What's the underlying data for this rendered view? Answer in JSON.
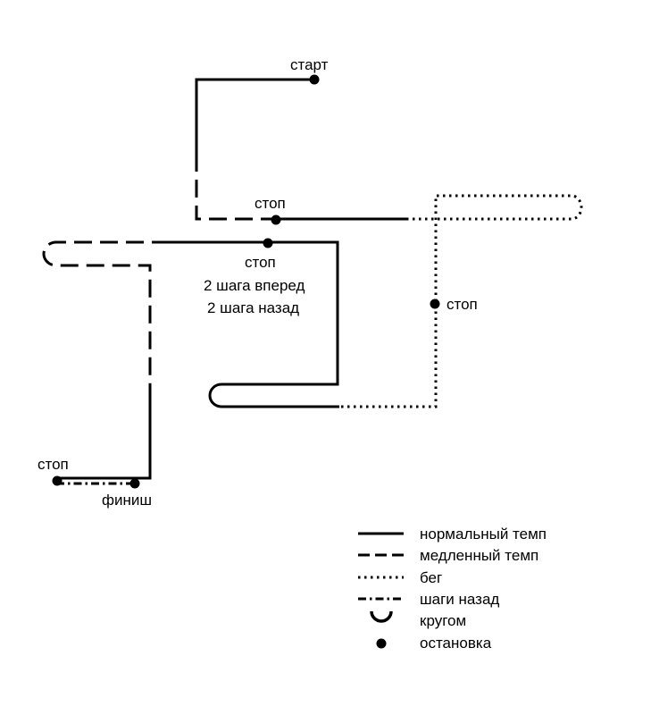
{
  "labels": {
    "start": "старт",
    "stop_top": "стоп",
    "stop_mid": "стоп",
    "steps_forward": "2 шага вперед",
    "steps_back": "2 шага назад",
    "stop_right": "стоп",
    "stop_left": "стоп",
    "finish": "финиш"
  },
  "legend": {
    "normal": "нормальный темп",
    "slow": "медленный темп",
    "run": "бег",
    "back": "шаги назад",
    "turn": "кругом",
    "stop": "остановка"
  },
  "colors": {
    "line": "#000000",
    "background": "#ffffff"
  }
}
